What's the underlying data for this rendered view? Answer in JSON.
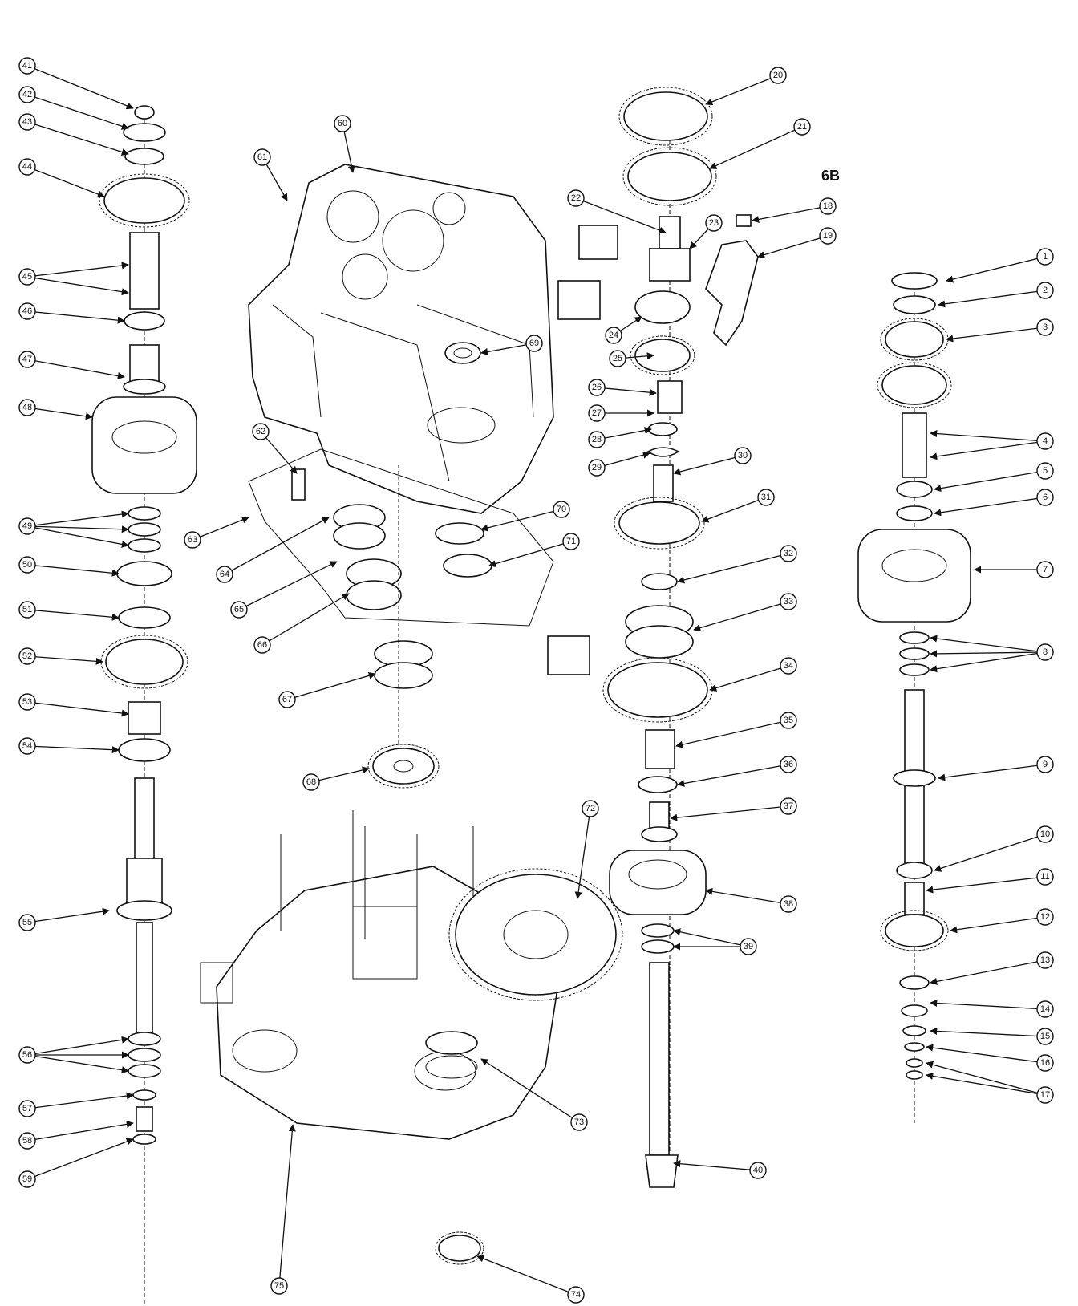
{
  "callouts": [
    "1",
    "2",
    "3",
    "4",
    "5",
    "6",
    "7",
    "8",
    "9",
    "10",
    "11",
    "12",
    "13",
    "14",
    "15",
    "16",
    "17",
    "18",
    "19",
    "20",
    "21",
    "22",
    "23",
    "24",
    "25",
    "26",
    "27",
    "28",
    "29",
    "30",
    "31",
    "32",
    "33",
    "34",
    "35",
    "36",
    "37",
    "38",
    "39",
    "40",
    "41",
    "42",
    "43",
    "44",
    "45",
    "46",
    "47",
    "48",
    "49",
    "50",
    "51",
    "52",
    "53",
    "54",
    "55",
    "56",
    "57",
    "58",
    "59",
    "60",
    "61",
    "62",
    "63",
    "64",
    "65",
    "66",
    "67",
    "68",
    "69",
    "70",
    "71",
    "72",
    "73",
    "74",
    "75"
  ],
  "plain_labels": [
    "6B"
  ]
}
